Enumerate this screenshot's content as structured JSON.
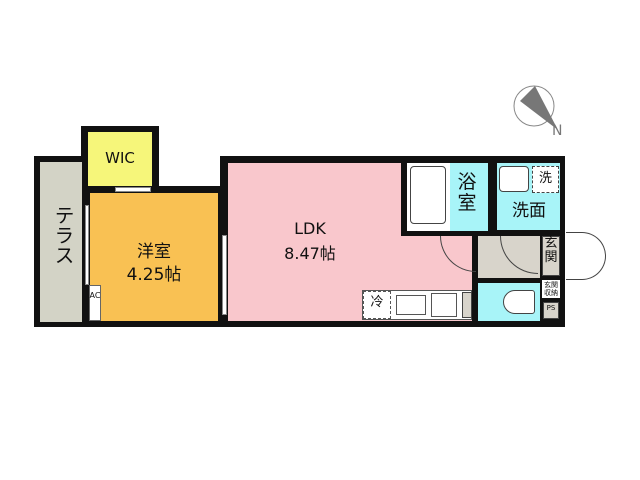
{
  "rooms": {
    "terrace": "テラス",
    "wic": "WIC",
    "western": {
      "name": "洋室",
      "size": "4.25帖"
    },
    "ldk": {
      "name": "LDK",
      "size": "8.47帖"
    },
    "bath": "浴室",
    "washroom": "洗面",
    "laundry": "洗",
    "entrance": "玄関",
    "entrance_storage": "玄関収納",
    "ac": "AC",
    "fridge": "冷",
    "ps": "PS"
  },
  "compass": {
    "label": "N"
  },
  "colors": {
    "terrace": "#d3d3c6",
    "wic": "#f6f67a",
    "western": "#f9c153",
    "ldk": "#f9c7cc",
    "wet": "#a8f4f8",
    "entrance": "#d8d4cb"
  }
}
